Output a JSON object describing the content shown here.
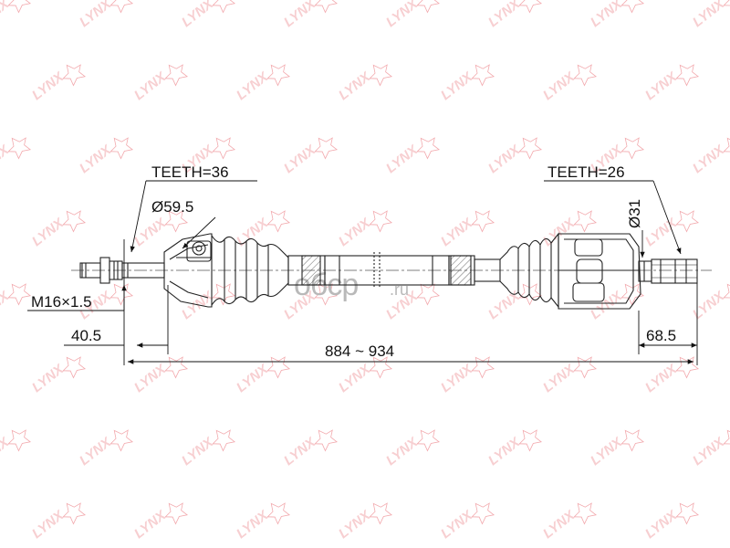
{
  "watermark": {
    "text": "LYNX",
    "color": "#e8636b"
  },
  "labels": {
    "teeth_left": "TEETH=36",
    "teeth_right": "TEETH=26",
    "dia_left": "Ø59.5",
    "dia_right": "Ø31",
    "thread": "M16×1.5",
    "len_left": "40.5",
    "len_right": "68.5",
    "len_total": "884 ~ 934"
  },
  "logo": {
    "text": "oбcp",
    "suffix": ".ru"
  }
}
